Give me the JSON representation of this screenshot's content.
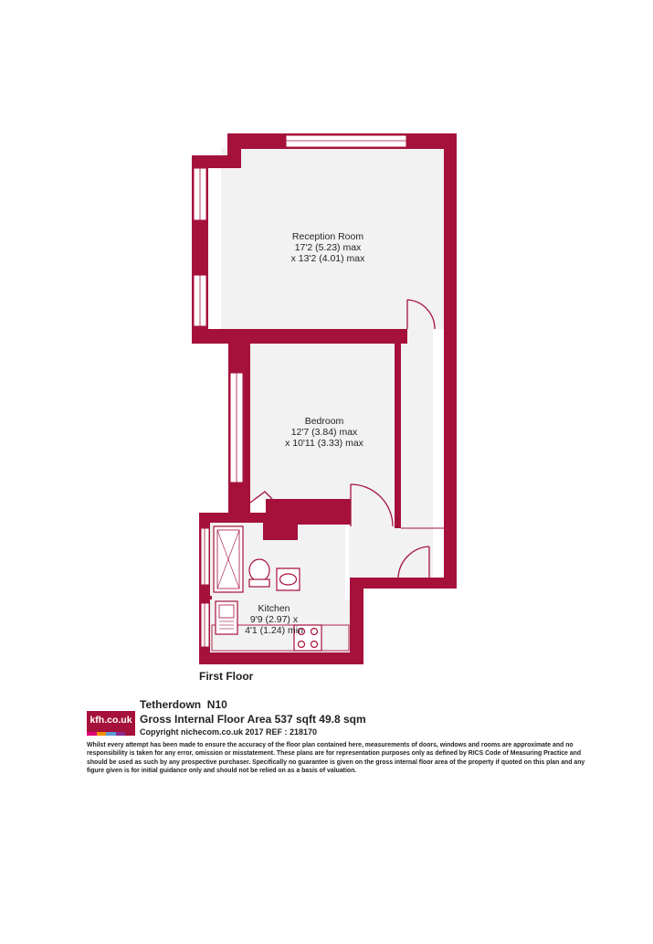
{
  "rooms": {
    "reception": {
      "name": "Reception Room",
      "dim1": "17'2 (5.23) max",
      "dim2": "x 13'2 (4.01) max"
    },
    "bedroom": {
      "name": "Bedroom",
      "dim1": "12'7 (3.84) max",
      "dim2": "x 10'11 (3.33) max"
    },
    "kitchen": {
      "name": "Kitchen",
      "dim1": "9'9 (2.97) x",
      "dim2": "4'1 (1.24) min"
    }
  },
  "floor_label": "First Floor",
  "property": {
    "title": "Tetherdown  N10",
    "area": "Gross Internal Floor Area 537 sqft 49.8 sqm",
    "copyright": "Copyright nichecom.co.uk 2017 REF : 218170"
  },
  "logo": {
    "text": "kfh.co.uk",
    "stripe_colors": [
      "#e2007a",
      "#f39200",
      "#5b9bd5",
      "#8a2b8f",
      "#a6113c"
    ]
  },
  "disclaimer": "Whilst every attempt has been made to ensure the accuracy of the floor plan contained here, measurements of doors, windows and rooms are approximate and no responsibility is taken for any error, omission or misstatement.  These plans are for representation purposes only as defined by RICS Code of Measuring Practice and should be used as such by any prospective purchaser.  Specifically no guarantee is given on the gross internal floor area of the property if quoted on this plan and any figure given is for initial guidance only and should not be relied on as a basis of valuation.",
  "colors": {
    "wall": "#a6113c",
    "floor": "#f2f2f2"
  }
}
